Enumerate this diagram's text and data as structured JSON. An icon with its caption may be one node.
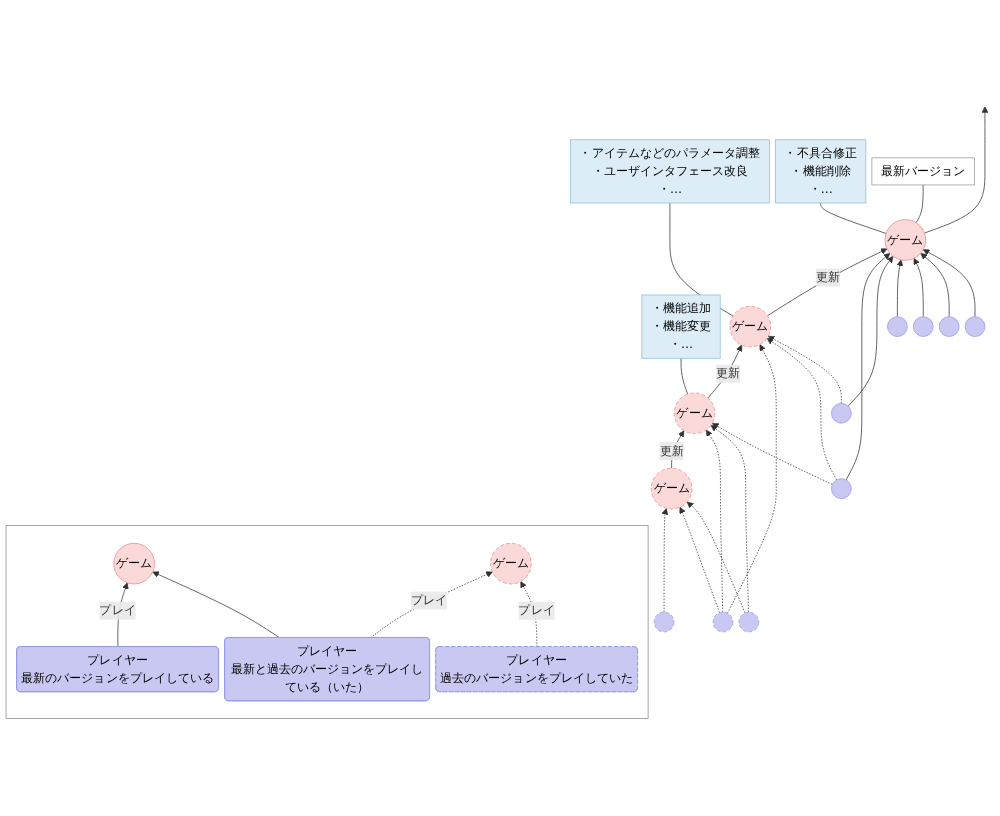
{
  "diagram": {
    "nodes": [
      {
        "text": [
          "・機能追加",
          "・機能変更",
          "・…"
        ]
      },
      {
        "text": [
          "・アイテムなどのパラメータ調整",
          "・ユーザインタフェース改良",
          "・…"
        ]
      },
      {
        "text": [
          "・不具合修正",
          "・機能削除",
          "・…"
        ]
      },
      {
        "text": [
          "ゲーム"
        ]
      },
      {
        "text": [
          "ゲーム"
        ]
      },
      {
        "text": [
          "ゲーム"
        ]
      },
      {
        "text": [
          "ゲーム"
        ]
      },
      {
        "text": [
          "最新バージョン"
        ]
      },
      {
        "text": [],
        "shape": "circle"
      },
      {
        "text": [],
        "shape": "circle"
      },
      {
        "text": [],
        "shape": "circle"
      },
      {
        "text": [],
        "shape": "circle"
      },
      {
        "text": [],
        "shape": "circle"
      },
      {
        "text": [],
        "shape": "circle"
      },
      {
        "text": [],
        "shape": "circle"
      },
      {
        "text": [],
        "shape": "circle"
      },
      {
        "text": [],
        "shape": "circle"
      },
      {
        "text": [],
        "shape": "box"
      },
      {
        "text": [
          "ゲーム"
        ],
        "in": 17
      },
      {
        "text": [
          "プレイヤー",
          "最新のバージョンをプレイしている"
        ],
        "in": 17
      },
      {
        "text": [
          "プレイヤー",
          "最新と過去のバージョンをプレイしている（いた）"
        ],
        "in": 17
      },
      {
        "text": [
          "ゲーム"
        ],
        "in": 17
      },
      {
        "text": [
          "プレイヤー",
          "過去のバージョンをプレイしていた"
        ],
        "in": 17
      }
    ],
    "edges": [
      {
        "from": 3,
        "to": 4,
        "arrow": "to",
        "label": "更新"
      },
      {
        "from": 4,
        "to": 5,
        "arrow": "to",
        "label": "更新"
      },
      {
        "from": 5,
        "to": 6,
        "arrow": "to",
        "label": "更新"
      },
      {
        "from": 6,
        "to": null,
        "arrow": "to"
      },
      {
        "from": 0,
        "to": 4,
        "arrow": "none"
      },
      {
        "from": 1,
        "to": 5,
        "arrow": "none"
      },
      {
        "from": 2,
        "to": 6,
        "arrow": "none"
      },
      {
        "from": 7,
        "to": 6,
        "arrow": "none"
      },
      {
        "from": 8,
        "to": 3,
        "arrow": "to",
        "style": "dashed"
      },
      {
        "from": 9,
        "to": 3,
        "arrow": "to",
        "style": "dashed"
      },
      {
        "from": 9,
        "to": 4,
        "arrow": "to",
        "style": "dashed"
      },
      {
        "from": 9,
        "to": 5,
        "arrow": "to",
        "style": "dashed"
      },
      {
        "from": 10,
        "to": 3,
        "arrow": "to",
        "style": "dashed"
      },
      {
        "from": 10,
        "to": 4,
        "arrow": "to",
        "style": "dashed"
      },
      {
        "from": 11,
        "to": 4,
        "arrow": "to",
        "style": "dashed"
      },
      {
        "from": 11,
        "to": 5,
        "arrow": "to",
        "style": "dashed"
      },
      {
        "from": 11,
        "to": 6,
        "arrow": "to"
      },
      {
        "from": 12,
        "to": 5,
        "arrow": "to",
        "style": "dashed"
      },
      {
        "from": 12,
        "to": 6,
        "arrow": "to"
      },
      {
        "from": 13,
        "to": 6,
        "arrow": "to"
      },
      {
        "from": 14,
        "to": 6,
        "arrow": "to"
      },
      {
        "from": 15,
        "to": 6,
        "arrow": "to"
      },
      {
        "from": 16,
        "to": 6,
        "arrow": "to"
      },
      {
        "from": 19,
        "to": 18,
        "arrow": "to",
        "label": "プレイ"
      },
      {
        "from": 20,
        "to": 18,
        "arrow": "to"
      },
      {
        "from": 20,
        "to": 21,
        "arrow": "to",
        "style": "dashed",
        "label": "プレイ"
      },
      {
        "from": 22,
        "to": 21,
        "arrow": "to",
        "style": "dashed",
        "label": "プレイ"
      }
    ]
  }
}
